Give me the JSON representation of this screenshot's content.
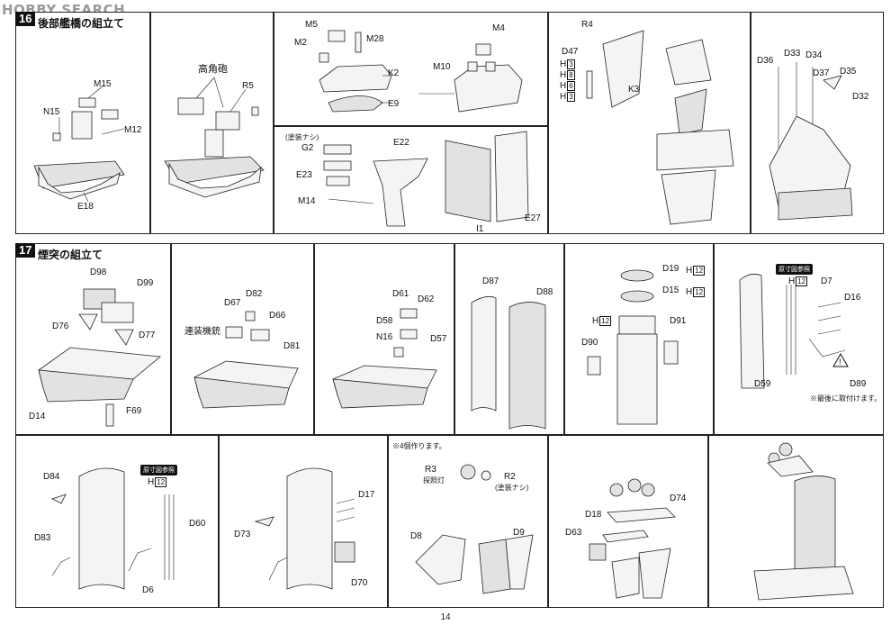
{
  "watermark": "HOBBY SEARCH",
  "page_number": "14",
  "steps": {
    "s16": {
      "badge": "16",
      "title": "後部艦橋の組立て"
    },
    "s17": {
      "badge": "17",
      "title": "煙突の組立て"
    }
  },
  "labels": {
    "p1": {
      "m15": "M15",
      "n15": "N15",
      "m12": "M12",
      "e18": "E18"
    },
    "p2": {
      "koukaku": "高角砲",
      "r5": "R5"
    },
    "p3": {
      "m5": "M5",
      "m2": "M2",
      "m28": "M28",
      "k2": "K2",
      "e9": "E9",
      "m4": "M4",
      "m10": "M10"
    },
    "p4": {
      "tosou": "(塗装ナシ)",
      "g2": "G2",
      "e22": "E22",
      "e23": "E23",
      "m14": "M14",
      "i1": "I1",
      "e27": "E27"
    },
    "p5": {
      "r4": "R4",
      "d47": "D47",
      "h3a": "H",
      "h3a_box": "3",
      "h8": "H",
      "h8_box": "8",
      "h6": "H",
      "h6_box": "6",
      "h3b": "H",
      "h3b_box": "3",
      "k3": "K3"
    },
    "p6": {
      "d36": "D36",
      "d33": "D33",
      "d34": "D34",
      "d37": "D37",
      "d35": "D35",
      "d32": "D32"
    },
    "q1": {
      "d98": "D98",
      "d99": "D99",
      "d76": "D76",
      "d77": "D77",
      "d14": "D14",
      "f69": "F69"
    },
    "q2": {
      "d67": "D67",
      "d82": "D82",
      "d66": "D66",
      "rensou": "連装機銃",
      "d81": "D81"
    },
    "q3": {
      "d61": "D61",
      "d62": "D62",
      "d58": "D58",
      "n16": "N16",
      "d57": "D57"
    },
    "q4": {
      "d87": "D87",
      "d88": "D88"
    },
    "q5": {
      "d19": "D19",
      "h12a": "H",
      "h12a_box": "12",
      "d15": "D15",
      "h12b": "H",
      "h12b_box": "12",
      "h12c": "H",
      "h12c_box": "12",
      "d91": "D91",
      "d90": "D90"
    },
    "q6": {
      "ref": "原寸図参照",
      "h12": "H",
      "h12_box": "12",
      "d7": "D7",
      "d16": "D16",
      "d59": "D59",
      "d89": "D89",
      "note": "※最後に取付けます。"
    },
    "r1": {
      "d84": "D84",
      "ref": "原寸図参照",
      "h12": "H",
      "h12_box": "12",
      "d60": "D60",
      "d83": "D83",
      "d6": "D6"
    },
    "r2": {
      "d17": "D17",
      "d73": "D73",
      "d70": "D70"
    },
    "r3": {
      "note": "※4個作ります。",
      "r3": "R3",
      "tanshou": "探照灯",
      "r2": "R2",
      "tosou": "(塗装ナシ)",
      "d8": "D8",
      "d9": "D9"
    },
    "r4": {
      "d74": "D74",
      "d18": "D18",
      "d63": "D63"
    }
  },
  "colors": {
    "ink": "#222222",
    "panel_fill": "#ffffff",
    "badge": "#111111"
  }
}
